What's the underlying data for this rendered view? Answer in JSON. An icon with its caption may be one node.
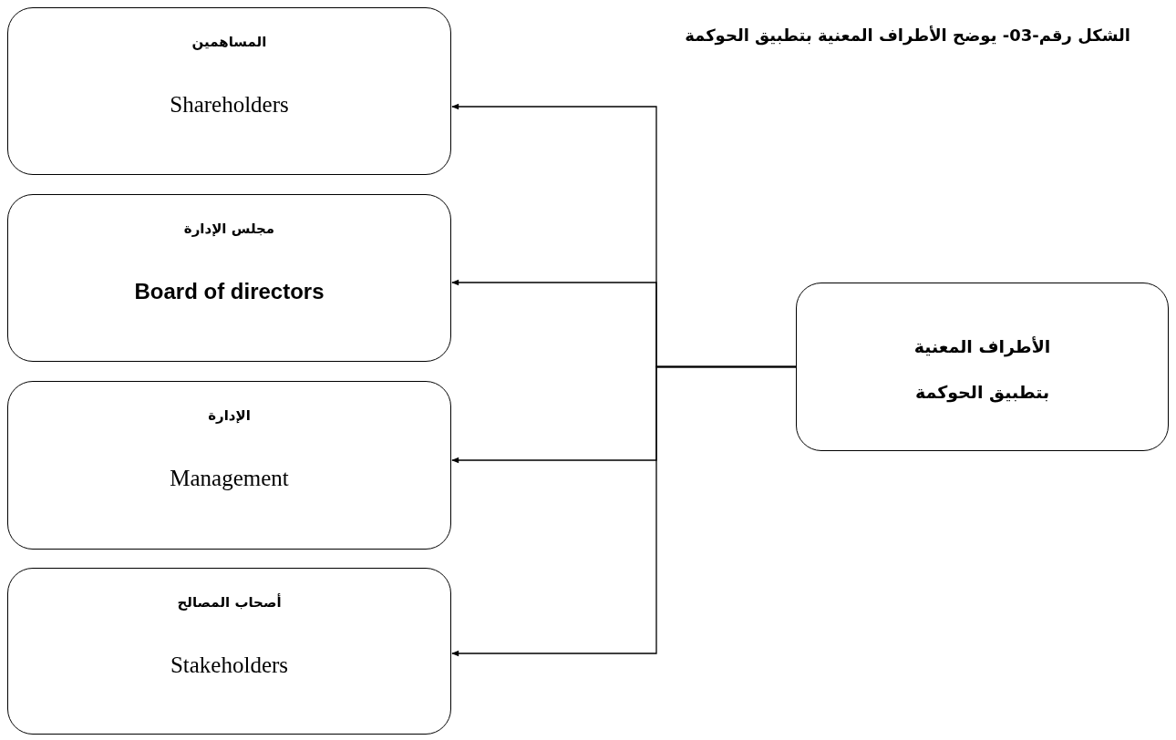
{
  "diagram": {
    "title": "الشكل رقم-03- يوضح الأطراف المعنية بتطبيق الحوكمة",
    "nodes": [
      {
        "text": [
          "المساهمين",
          "Shareholders"
        ]
      },
      {
        "text": [
          "مجلس الإدارة",
          "Board of directors"
        ]
      },
      {
        "text": [
          "الإدارة",
          "Management"
        ]
      },
      {
        "text": [
          "أصحاب المصالح",
          "Stakeholders"
        ]
      },
      {
        "text": [
          "الأطراف المعنية بتطبيق الحوكمة"
        ]
      }
    ],
    "edges": [
      {
        "from": 4,
        "to": 0,
        "arrow": "to"
      },
      {
        "from": 4,
        "to": 1,
        "arrow": "to"
      },
      {
        "from": 4,
        "to": 2,
        "arrow": "to"
      },
      {
        "from": 4,
        "to": 3,
        "arrow": "to"
      }
    ]
  }
}
